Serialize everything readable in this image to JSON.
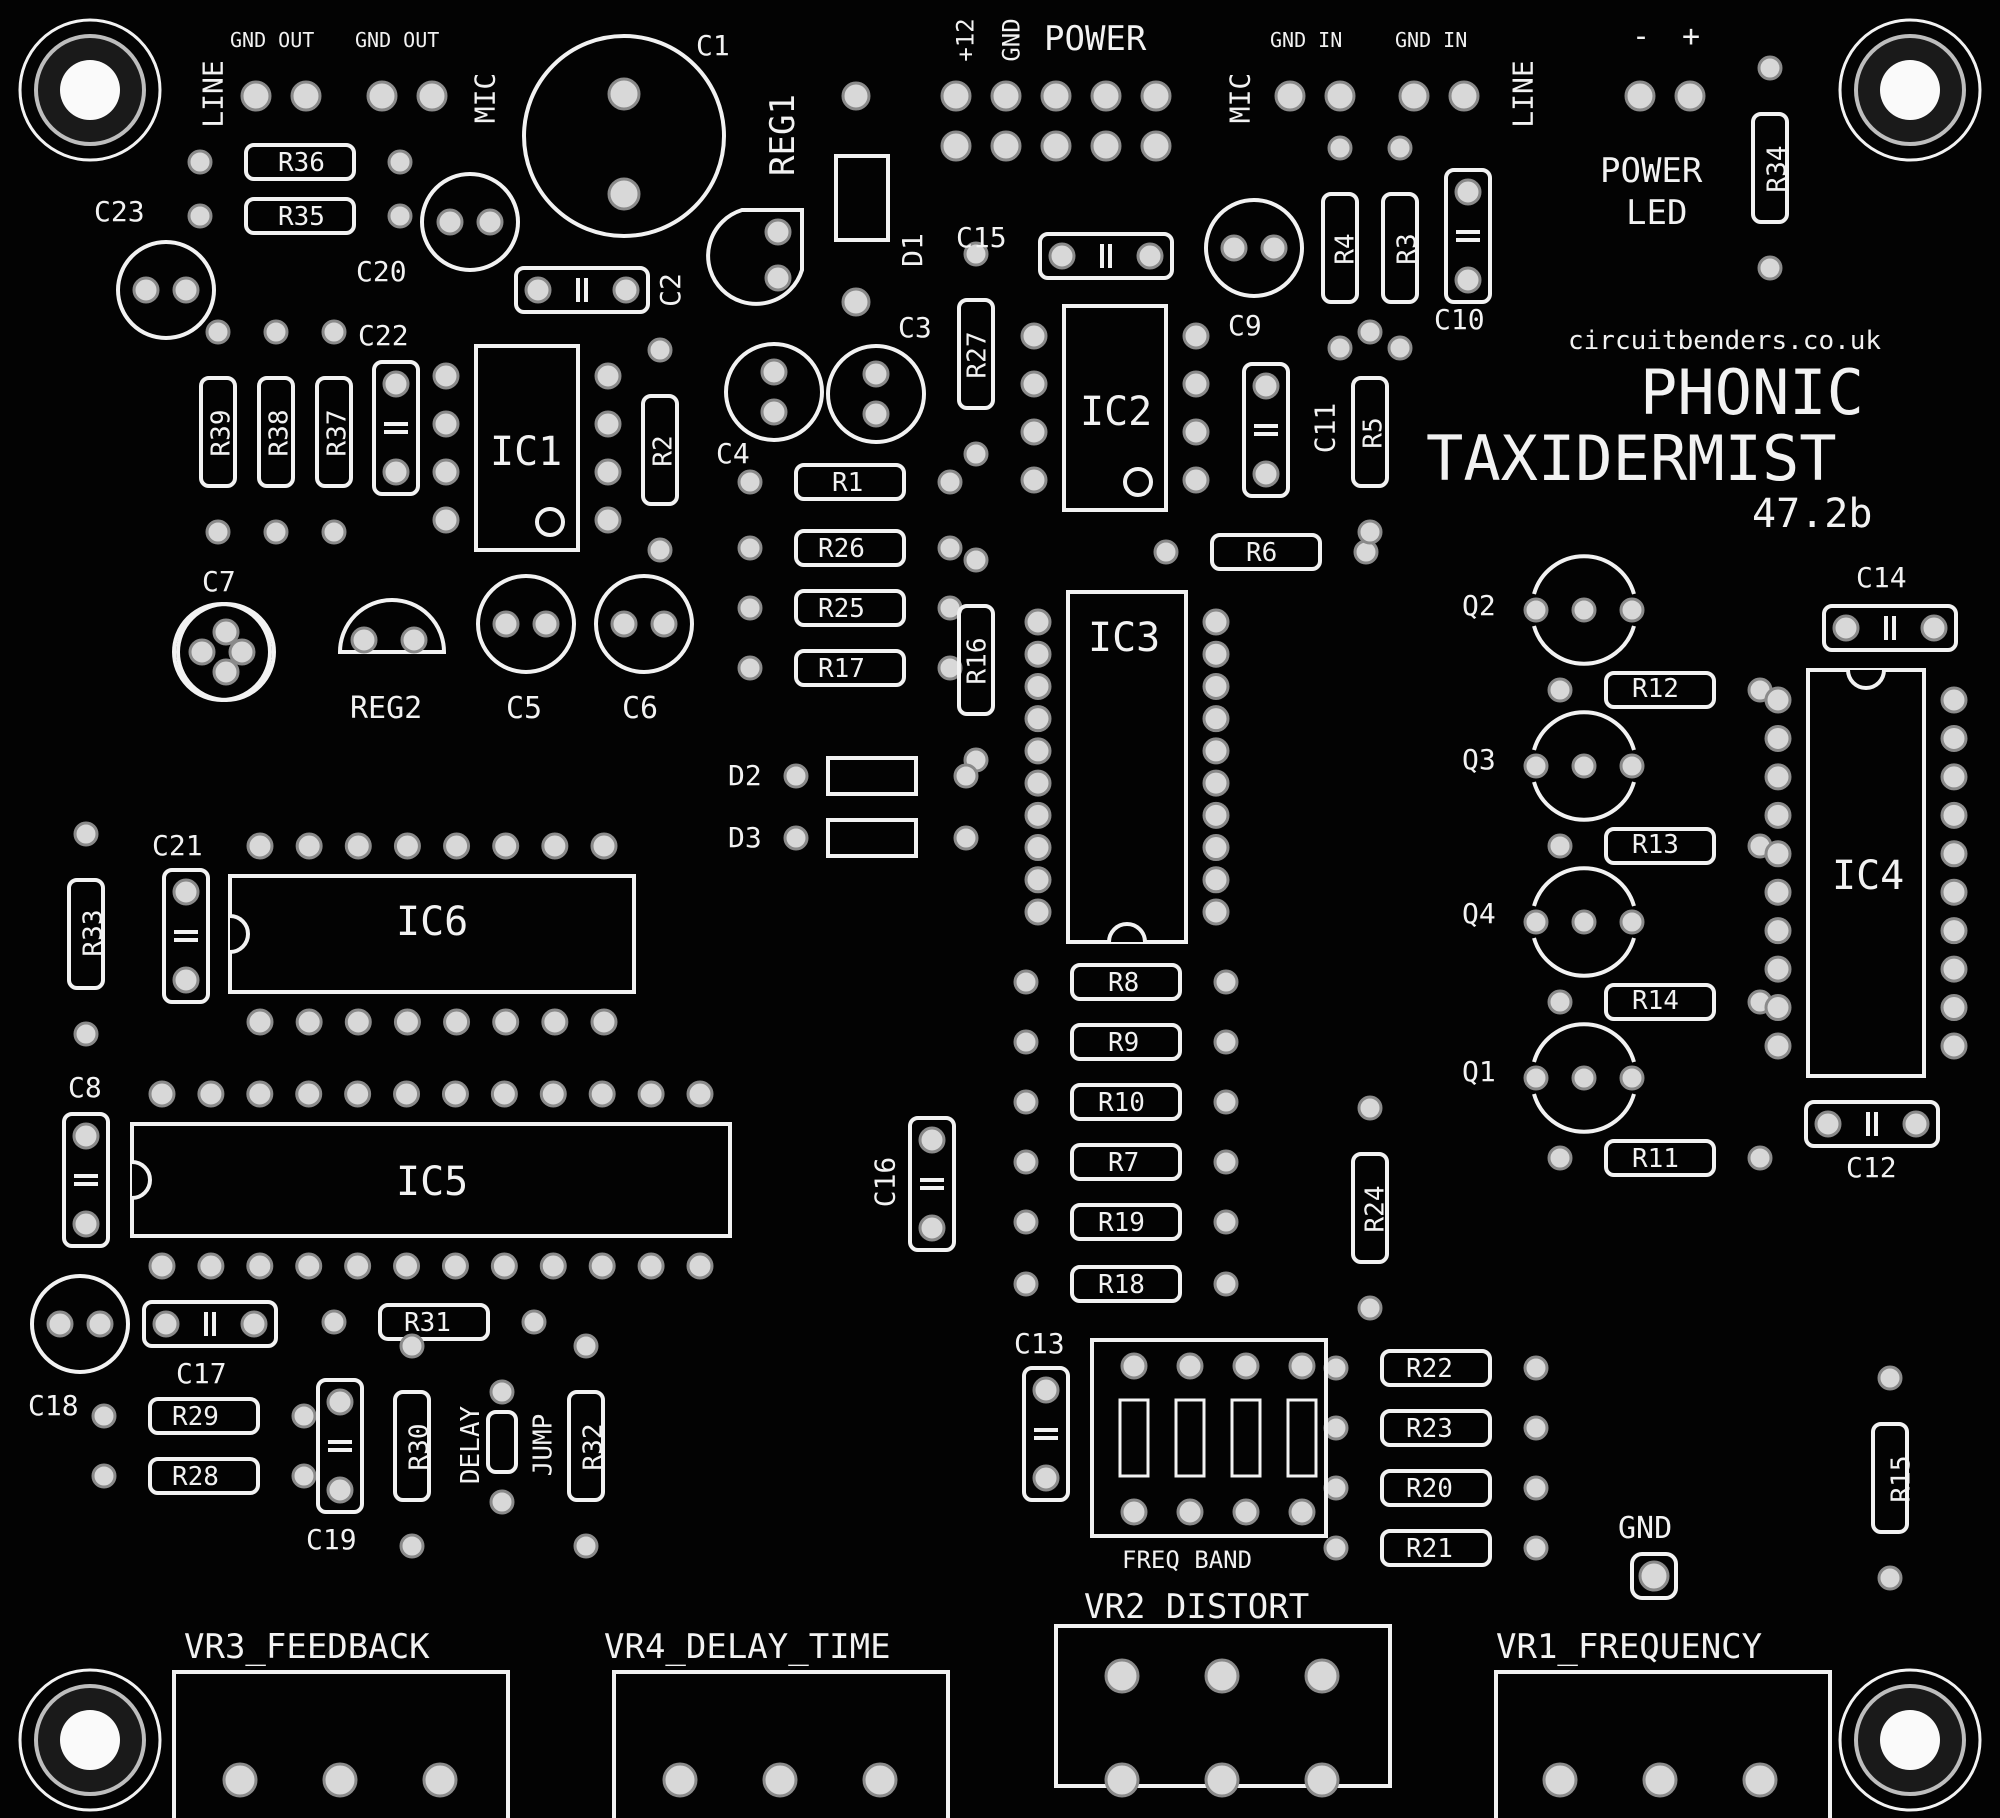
{
  "board": {
    "url": "circuitbenders.co.uk",
    "title_line1": "PHONIC",
    "title_line2": "TAXIDERMIST",
    "version": "47.2b"
  },
  "header_labels": {
    "gnd_out_a": "GND OUT",
    "gnd_out_b": "GND OUT",
    "gnd_in_a": "GND IN",
    "gnd_in_b": "GND IN",
    "line_left": "LINE",
    "mic_left": "MIC",
    "mic_right": "MIC",
    "line_right": "LINE",
    "plus12": "+12",
    "gnd_power": "GND",
    "power": "POWER",
    "minus": "-",
    "plus": "+",
    "power_led_1": "POWER",
    "power_led_2": "LED"
  },
  "ics": [
    "IC1",
    "IC2",
    "IC3",
    "IC4",
    "IC5",
    "IC6"
  ],
  "transistors": [
    "Q1",
    "Q2",
    "Q3",
    "Q4"
  ],
  "regulators": [
    "REG1",
    "REG2"
  ],
  "diodes": [
    "D1",
    "D2",
    "D3"
  ],
  "capacitors": [
    "C1",
    "C2",
    "C3",
    "C4",
    "C5",
    "C6",
    "C7",
    "C8",
    "C9",
    "C10",
    "C11",
    "C12",
    "C13",
    "C14",
    "C15",
    "C16",
    "C17",
    "C18",
    "C19",
    "C20",
    "C21",
    "C22",
    "C23"
  ],
  "resistors": [
    "R1",
    "R2",
    "R3",
    "R4",
    "R5",
    "R6",
    "R7",
    "R8",
    "R9",
    "R10",
    "R11",
    "R12",
    "R13",
    "R14",
    "R15",
    "R16",
    "R17",
    "R18",
    "R19",
    "R20",
    "R21",
    "R22",
    "R23",
    "R24",
    "R25",
    "R26",
    "R27",
    "R28",
    "R29",
    "R30",
    "R31",
    "R32",
    "R33",
    "R34",
    "R35",
    "R36",
    "R37",
    "R38",
    "R39"
  ],
  "misc": {
    "delay": "DELAY",
    "jump": "JUMP",
    "freq_band": "FREQ BAND",
    "gnd_pad": "GND"
  },
  "pots": [
    "VR3_FEEDBACK",
    "VR4_DELAY_TIME",
    "VR2_DISTORT",
    "VR1_FREQUENCY"
  ]
}
